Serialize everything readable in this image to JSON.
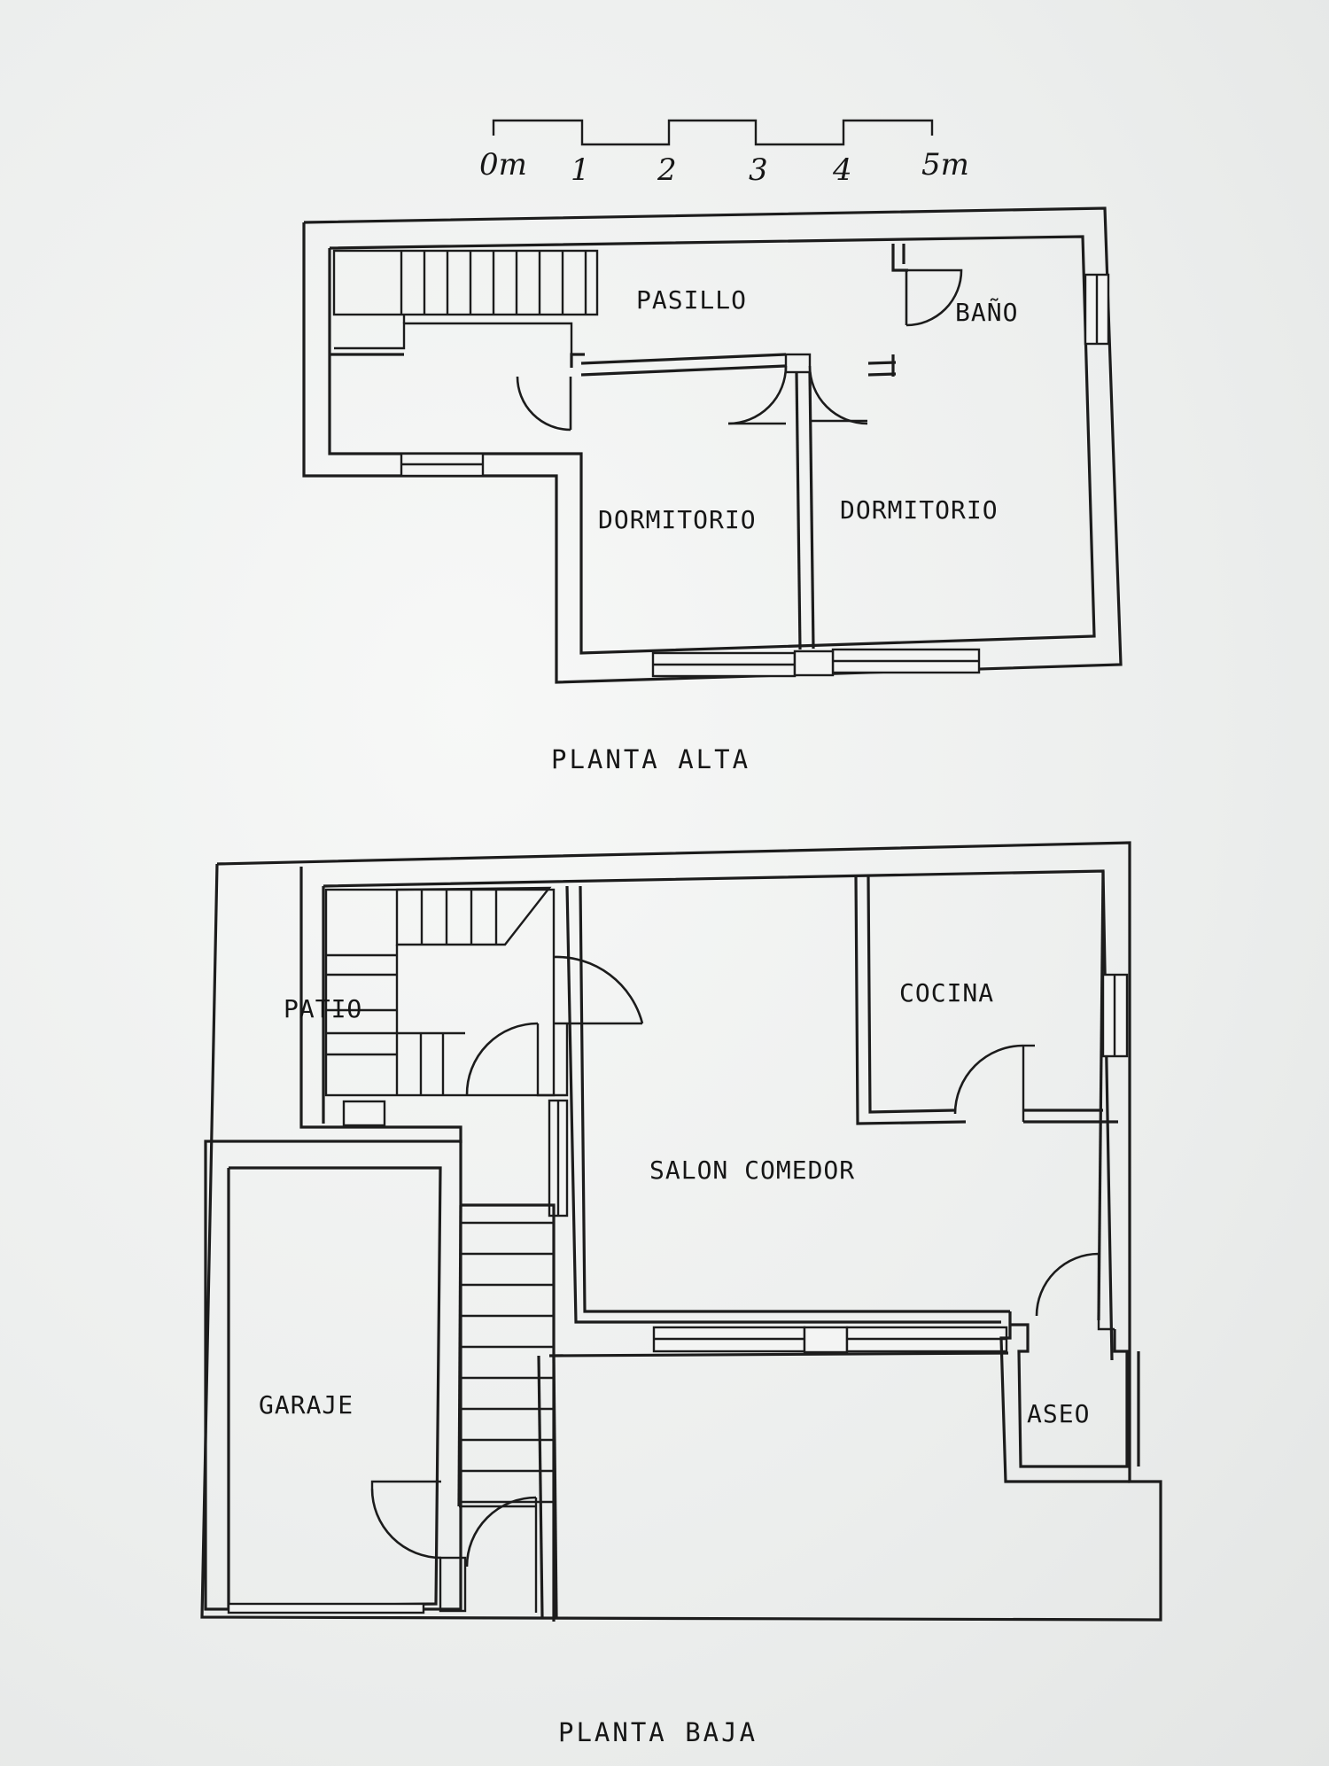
{
  "scale_bar": {
    "ticks": [
      "0m",
      "1",
      "2",
      "3",
      "4",
      "5m"
    ]
  },
  "upper_floor": {
    "title": "PLANTA ALTA",
    "rooms": {
      "pasillo": "PASILLO",
      "bano": "BAÑO",
      "dormitorio_left": "DORMITORIO",
      "dormitorio_right": "DORMITORIO"
    }
  },
  "ground_floor": {
    "title": "PLANTA BAJA",
    "rooms": {
      "patio": "PATIO",
      "cocina": "COCINA",
      "salon": "SALON COMEDOR",
      "garaje": "GARAJE",
      "aseo": "ASEO"
    }
  },
  "colors": {
    "ink": "#1c1c1c",
    "paper": "#eef0ef"
  }
}
